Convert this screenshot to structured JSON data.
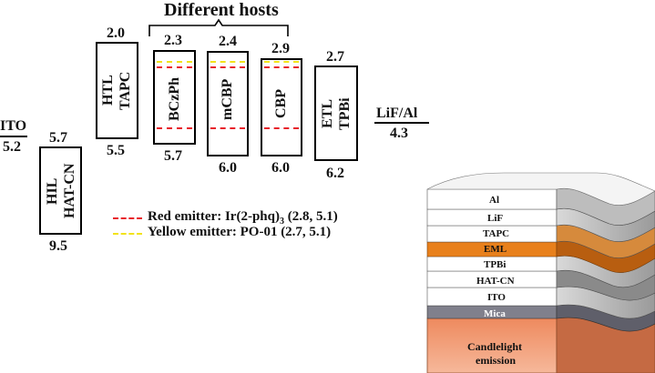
{
  "header": {
    "title": "Different hosts"
  },
  "electrodes": {
    "ito": {
      "name": "ITO",
      "value": "5.2"
    },
    "lif": {
      "name": "LiF/Al",
      "value": "4.3"
    }
  },
  "layers": {
    "hil": {
      "line1": "HIL",
      "line2": "HAT-CN",
      "top": "5.7",
      "bottom": "9.5"
    },
    "htl": {
      "line1": "HTL",
      "line2": "TAPC",
      "top": "2.0",
      "bottom": "5.5"
    },
    "bczph": {
      "name": "BCzPh",
      "top": "2.3",
      "bottom": "5.7"
    },
    "mcbp": {
      "name": "mCBP",
      "top": "2.4",
      "bottom": "6.0"
    },
    "cbp": {
      "name": "CBP",
      "top": "2.9",
      "bottom": "6.0"
    },
    "etl": {
      "line1": "ETL",
      "line2": "TPBi",
      "top": "2.7",
      "bottom": "6.2"
    }
  },
  "legend": {
    "red": {
      "text": "Red emitter: Ir(2-phq)",
      "sub": "3",
      "tail": " (2.8, 5.1)",
      "color": "#e8202a"
    },
    "yellow": {
      "text": "Yellow emitter:  PO-01  (2.7, 5.1)",
      "color": "#f2e21a"
    }
  },
  "stack": {
    "layers": [
      "Al",
      "LiF",
      "TAPC",
      "EML",
      "TPBi",
      "HAT-CN",
      "ITO",
      "Mica"
    ],
    "base": [
      "Candlelight",
      "emission"
    ],
    "colors": {
      "eml": "#e8801c",
      "mica": "#7f7f8a",
      "base": "#f0855a"
    }
  }
}
